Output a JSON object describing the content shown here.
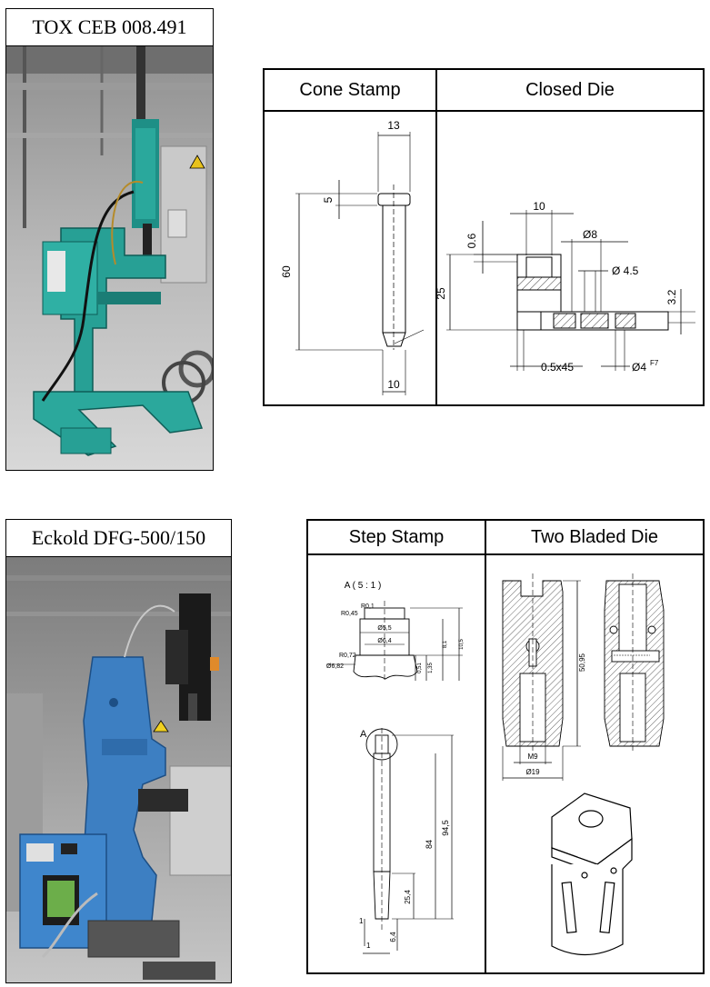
{
  "machine1": {
    "title": "TOX CEB 008.491"
  },
  "machine2": {
    "title": "Eckold DFG-500/150"
  },
  "panel1": {
    "left_header": "Cone Stamp",
    "right_header": "Closed Die",
    "cone_dims": {
      "top": "13",
      "head": "5",
      "length": "60",
      "bottom": "10"
    },
    "die_dims": {
      "width": "10",
      "step": "0.6",
      "hole": "Ø8",
      "small_hole": "Ø 4.5",
      "height": "25",
      "depth": "3.2",
      "chamfer": "0.5x45",
      "pin": "Ø4",
      "pin_tol": "F7"
    }
  },
  "panel2": {
    "left_header": "Step Stamp",
    "right_header": "Two Bladed Die",
    "detail_label": "A ( 5 : 1 )",
    "detail_marker": "A",
    "step_dims": {
      "r1": "R0,1",
      "r2": "R0,45",
      "d1": "Ø5,5",
      "d2": "Ø6,4",
      "r3": "R0,72",
      "d3": "Ø6,82",
      "h1": "0,51",
      "h2": "1,35",
      "h3": "8,1",
      "h4": "10,5"
    },
    "stamp_dims": {
      "len1": "84",
      "len2": "94,5",
      "tip": "25,4",
      "gap": "6,4",
      "w1": "1",
      "w2": "1"
    },
    "die_dims": {
      "height": "50,95",
      "thread": "M9",
      "dia": "Ø19"
    }
  }
}
